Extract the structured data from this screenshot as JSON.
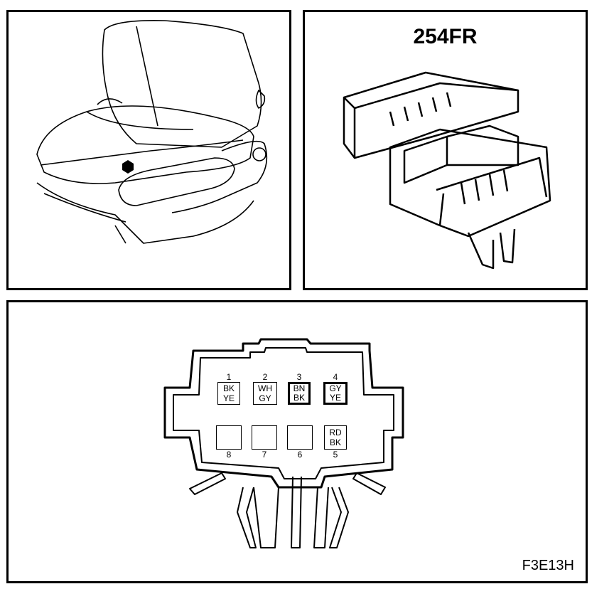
{
  "connector_title": "254FR",
  "figure_code": "F3E13H",
  "pins_top": [
    {
      "num": "1",
      "c1": "BK",
      "c2": "YE",
      "bold": false
    },
    {
      "num": "2",
      "c1": "WH",
      "c2": "GY",
      "bold": false
    },
    {
      "num": "3",
      "c1": "BN",
      "c2": "BK",
      "bold": true
    },
    {
      "num": "4",
      "c1": "GY",
      "c2": "YE",
      "bold": true
    }
  ],
  "pins_bottom": [
    {
      "num": "8",
      "c1": "",
      "c2": "",
      "bold": false
    },
    {
      "num": "7",
      "c1": "",
      "c2": "",
      "bold": false
    },
    {
      "num": "6",
      "c1": "",
      "c2": "",
      "bold": false
    },
    {
      "num": "5",
      "c1": "RD",
      "c2": "BK",
      "bold": false
    }
  ]
}
